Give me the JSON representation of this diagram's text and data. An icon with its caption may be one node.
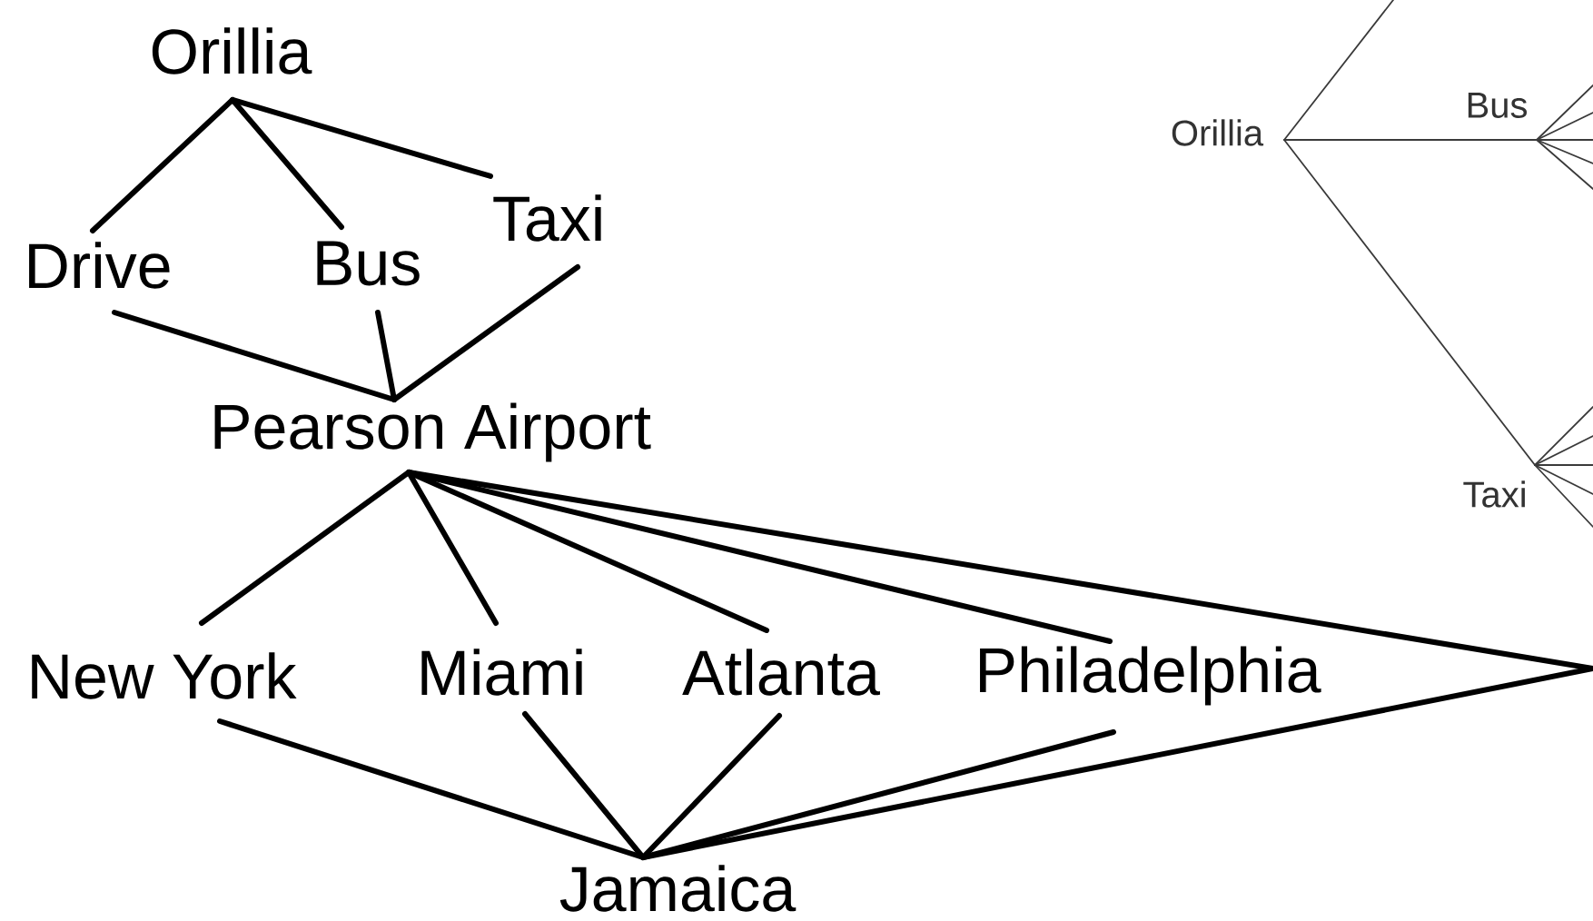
{
  "diagram": {
    "nodes": [
      {
        "text": [
          "Orillia"
        ]
      },
      {
        "text": [
          "Drive"
        ]
      },
      {
        "text": [
          "Bus"
        ]
      },
      {
        "text": [
          "Taxi"
        ]
      },
      {
        "text": [
          "Pearson Airport"
        ]
      },
      {
        "text": [
          "New York"
        ]
      },
      {
        "text": [
          "Miami"
        ]
      },
      {
        "text": [
          "Atlanta"
        ]
      },
      {
        "text": [
          "Philadelphia"
        ]
      },
      {
        "text": [
          "Jamaica"
        ]
      },
      {
        "text": [
          "Orillia"
        ]
      },
      {
        "text": [
          "Bus"
        ]
      },
      {
        "text": [
          "Taxi"
        ]
      }
    ],
    "edges": [
      {
        "from": 0,
        "to": 1,
        "arrow": "none"
      },
      {
        "from": 0,
        "to": 2,
        "arrow": "none"
      },
      {
        "from": 0,
        "to": 3,
        "arrow": "none"
      },
      {
        "from": 1,
        "to": 4,
        "arrow": "none"
      },
      {
        "from": 2,
        "to": 4,
        "arrow": "none"
      },
      {
        "from": 3,
        "to": 4,
        "arrow": "none"
      },
      {
        "from": 4,
        "to": 5,
        "arrow": "none"
      },
      {
        "from": 4,
        "to": 6,
        "arrow": "none"
      },
      {
        "from": 4,
        "to": 7,
        "arrow": "none"
      },
      {
        "from": 4,
        "to": 8,
        "arrow": "none"
      },
      {
        "from": 4,
        "to": null,
        "arrow": "none"
      },
      {
        "from": 5,
        "to": 9,
        "arrow": "none"
      },
      {
        "from": 6,
        "to": 9,
        "arrow": "none"
      },
      {
        "from": 7,
        "to": 9,
        "arrow": "none"
      },
      {
        "from": 8,
        "to": 9,
        "arrow": "none"
      },
      {
        "from": null,
        "to": 9,
        "arrow": "none"
      },
      {
        "from": 10,
        "to": null,
        "arrow": "none",
        "color": "#3a3a3a"
      },
      {
        "from": 10,
        "to": 11,
        "arrow": "none",
        "color": "#3a3a3a"
      },
      {
        "from": 10,
        "to": 12,
        "arrow": "none",
        "color": "#3a3a3a"
      },
      {
        "from": 11,
        "to": null,
        "arrow": "none",
        "color": "#3a3a3a"
      },
      {
        "from": 11,
        "to": null,
        "arrow": "none",
        "color": "#3a3a3a"
      },
      {
        "from": 11,
        "to": null,
        "arrow": "none",
        "color": "#3a3a3a"
      },
      {
        "from": 11,
        "to": null,
        "arrow": "none",
        "color": "#3a3a3a"
      },
      {
        "from": 11,
        "to": null,
        "arrow": "none",
        "color": "#3a3a3a"
      },
      {
        "from": 12,
        "to": null,
        "arrow": "none",
        "color": "#3a3a3a"
      },
      {
        "from": 12,
        "to": null,
        "arrow": "none",
        "color": "#3a3a3a"
      },
      {
        "from": 12,
        "to": null,
        "arrow": "none",
        "color": "#3a3a3a"
      },
      {
        "from": 12,
        "to": null,
        "arrow": "none",
        "color": "#3a3a3a"
      },
      {
        "from": 12,
        "to": null,
        "arrow": "none",
        "color": "#3a3a3a"
      }
    ]
  }
}
